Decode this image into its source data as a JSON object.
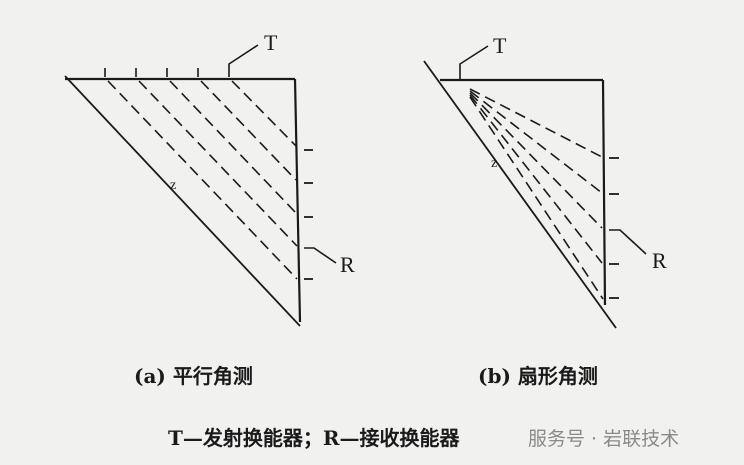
{
  "panel_a": {
    "caption": "(a) 平行角测",
    "t_label": "T",
    "r_label": "R",
    "z_label": "z"
  },
  "panel_b": {
    "caption": "(b) 扇形角测",
    "t_label": "T",
    "r_label": "R",
    "z_label": "z"
  },
  "legend": "T—发射换能器；R—接收换能器",
  "watermark": "服务号 · 岩联技术"
}
